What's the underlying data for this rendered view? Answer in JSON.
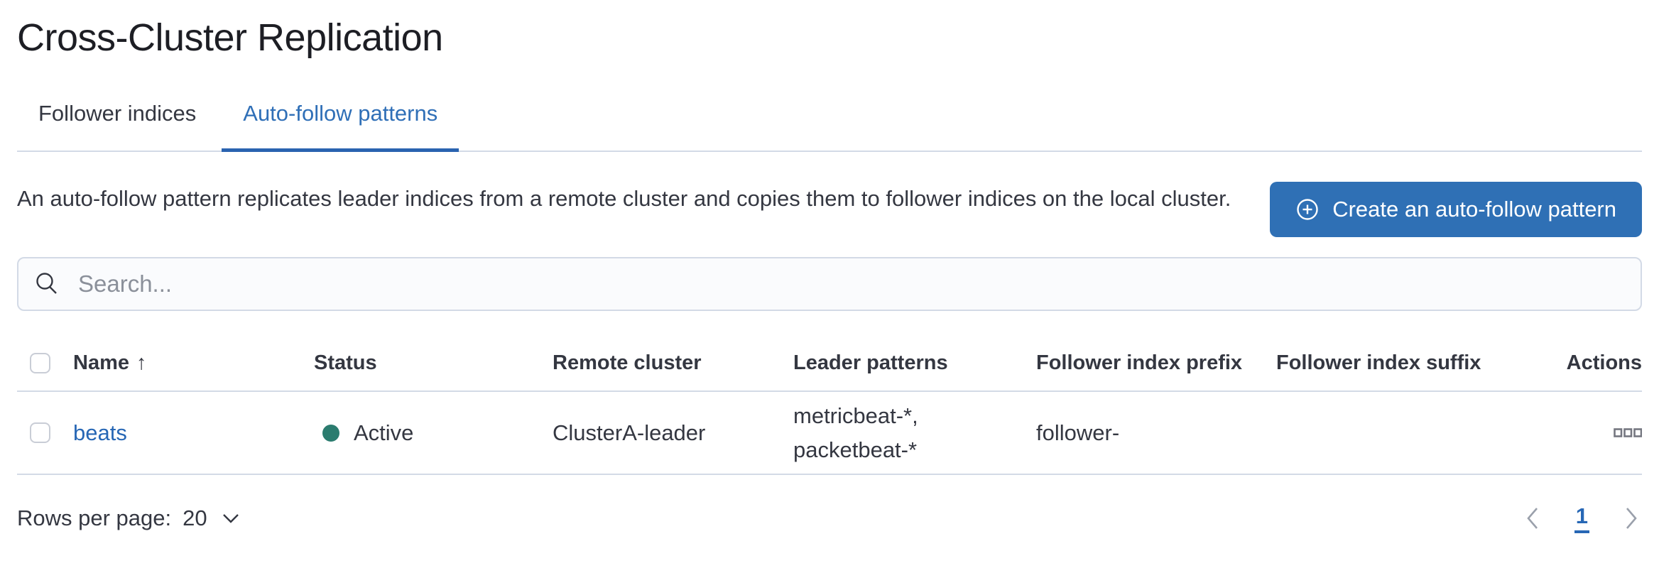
{
  "page": {
    "title": "Cross-Cluster Replication"
  },
  "tabs": [
    {
      "label": "Follower indices",
      "active": false
    },
    {
      "label": "Auto-follow patterns",
      "active": true
    }
  ],
  "intro": {
    "description": "An auto-follow pattern replicates leader indices from a remote cluster and copies them to follower indices on the local cluster."
  },
  "toolbar": {
    "create_button_label": "Create an auto-follow pattern",
    "create_button_icon": "plus-in-circle-icon"
  },
  "search": {
    "placeholder": "Search...",
    "icon": "search-icon",
    "value": ""
  },
  "table": {
    "columns": {
      "name": "Name",
      "status": "Status",
      "remote_cluster": "Remote cluster",
      "leader_patterns": "Leader patterns",
      "follower_index_prefix": "Follower index prefix",
      "follower_index_suffix": "Follower index suffix",
      "actions": "Actions"
    },
    "sort": {
      "column": "Name",
      "direction": "ascending",
      "arrow": "↑"
    },
    "rows": [
      {
        "name": "beats",
        "status": "Active",
        "remote_cluster": "ClusterA-leader",
        "leader_patterns": "metricbeat-*, packetbeat-*",
        "follower_index_prefix": "follower-",
        "follower_index_suffix": "",
        "actions_icon": "boxes-horizontal-icon"
      }
    ]
  },
  "footer": {
    "rows_per_page_label": "Rows per page:",
    "rows_per_page_value": "20",
    "pagination": {
      "current_page": "1"
    }
  },
  "colors": {
    "primary_blue": "#2f70b5",
    "link_blue": "#2767b5",
    "tab_underline": "#2a63b0",
    "status_active_teal": "#2b7c6f",
    "border_gray": "#d3dae6",
    "text_dark": "#343741",
    "placeholder_gray": "#8b909a"
  }
}
